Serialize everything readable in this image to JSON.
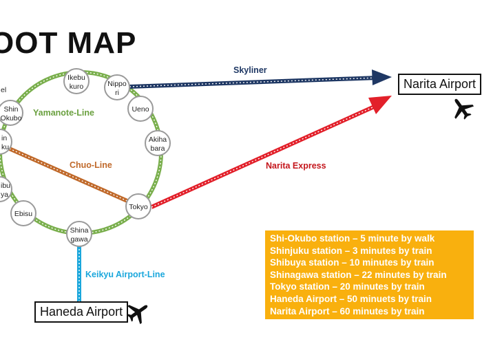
{
  "title": "OOT MAP",
  "colors": {
    "yamanote": "#7aaf4d",
    "chuo": "#c0692a",
    "skyliner": "#1f3864",
    "narita_express": "#e2202a",
    "keikyu": "#1aa7dc",
    "info_box": "#f9b00e"
  },
  "stations": {
    "ikebukuro": "Ikebu\nkuro",
    "nippori": "Nippo\nri",
    "ueno": "Ueno",
    "akihabara": "Akiha\nbara",
    "tokyo": "Tokyo",
    "shinagawa": "Shina\ngawa",
    "ebisu": "Ebisu",
    "shibuya": "ibu\nya",
    "shinjuku": "in\nku",
    "shin_okubo": "Shin\nOkubo",
    "mejiro_partial": "el"
  },
  "lines": {
    "yamanote": "Yamanote-Line",
    "chuo": "Chuo-Line",
    "skyliner": "Skyliner",
    "narita_express": "Narita Express",
    "keikyu": "Keikyu Airport-Line"
  },
  "airports": {
    "narita": "Narita Airport",
    "haneda": "Haneda Airport"
  },
  "icons": {
    "narita_plane": "airplane-icon",
    "haneda_plane": "airplane-icon"
  },
  "info_lines": [
    "Shi-Okubo station – 5 minute by walk",
    "Shinjuku station – 3 minutes by train",
    "Shibuya station – 10 minutes by train",
    "Shinagawa station – 22 minutes by train",
    "Tokyo station – 20 minutes by train",
    "Haneda Airport – 50 minuets by train",
    "Narita Airport – 60 minutes by train"
  ]
}
